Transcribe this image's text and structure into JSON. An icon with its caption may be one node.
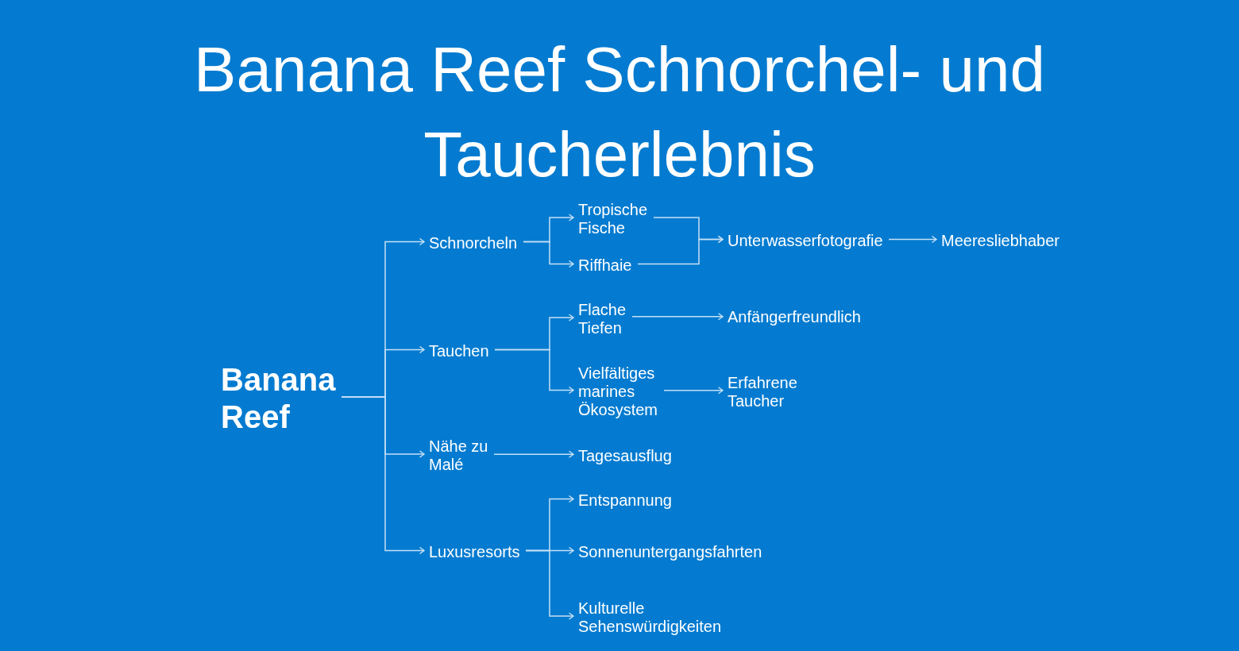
{
  "diagram": {
    "title": "Banana Reef Schnorchel- und Taucherlebnis",
    "nodes": [
      {
        "text": [
          "Banana Reef"
        ]
      },
      {
        "text": [
          "Schnorcheln"
        ]
      },
      {
        "text": [
          "Tropische Fische"
        ]
      },
      {
        "text": [
          "Riffhaie"
        ]
      },
      {
        "text": [
          "Unterwasserfotografie"
        ]
      },
      {
        "text": [
          "Meeresliebhaber"
        ]
      },
      {
        "text": [
          "Tauchen"
        ]
      },
      {
        "text": [
          "Flache Tiefen"
        ]
      },
      {
        "text": [
          "Anfängerfreundlich"
        ]
      },
      {
        "text": [
          "Vielfältiges marines Ökosystem"
        ]
      },
      {
        "text": [
          "Erfahrene Taucher"
        ]
      },
      {
        "text": [
          "Nähe zu Malé"
        ]
      },
      {
        "text": [
          "Tagesausflug"
        ]
      },
      {
        "text": [
          "Luxusresorts"
        ]
      },
      {
        "text": [
          "Entspannung"
        ]
      },
      {
        "text": [
          "Sonnenuntergangsfahrten"
        ]
      },
      {
        "text": [
          "Kulturelle Sehenswürdigkeiten"
        ]
      }
    ],
    "edges": [
      {
        "from": 0,
        "to": 1,
        "arrow": "to"
      },
      {
        "from": 0,
        "to": 6,
        "arrow": "to"
      },
      {
        "from": 0,
        "to": 11,
        "arrow": "to"
      },
      {
        "from": 0,
        "to": 13,
        "arrow": "to"
      },
      {
        "from": 1,
        "to": 2,
        "arrow": "to"
      },
      {
        "from": 1,
        "to": 3,
        "arrow": "to"
      },
      {
        "from": 2,
        "to": 4,
        "arrow": "to"
      },
      {
        "from": 3,
        "to": 4,
        "arrow": "to"
      },
      {
        "from": 4,
        "to": 5,
        "arrow": "to"
      },
      {
        "from": 6,
        "to": 7,
        "arrow": "to"
      },
      {
        "from": 6,
        "to": 9,
        "arrow": "to"
      },
      {
        "from": 7,
        "to": 8,
        "arrow": "to"
      },
      {
        "from": 9,
        "to": 10,
        "arrow": "to"
      },
      {
        "from": 11,
        "to": 12,
        "arrow": "to"
      },
      {
        "from": 13,
        "to": 14,
        "arrow": "to"
      },
      {
        "from": 13,
        "to": 15,
        "arrow": "to"
      },
      {
        "from": 13,
        "to": 16,
        "arrow": "to"
      }
    ]
  }
}
